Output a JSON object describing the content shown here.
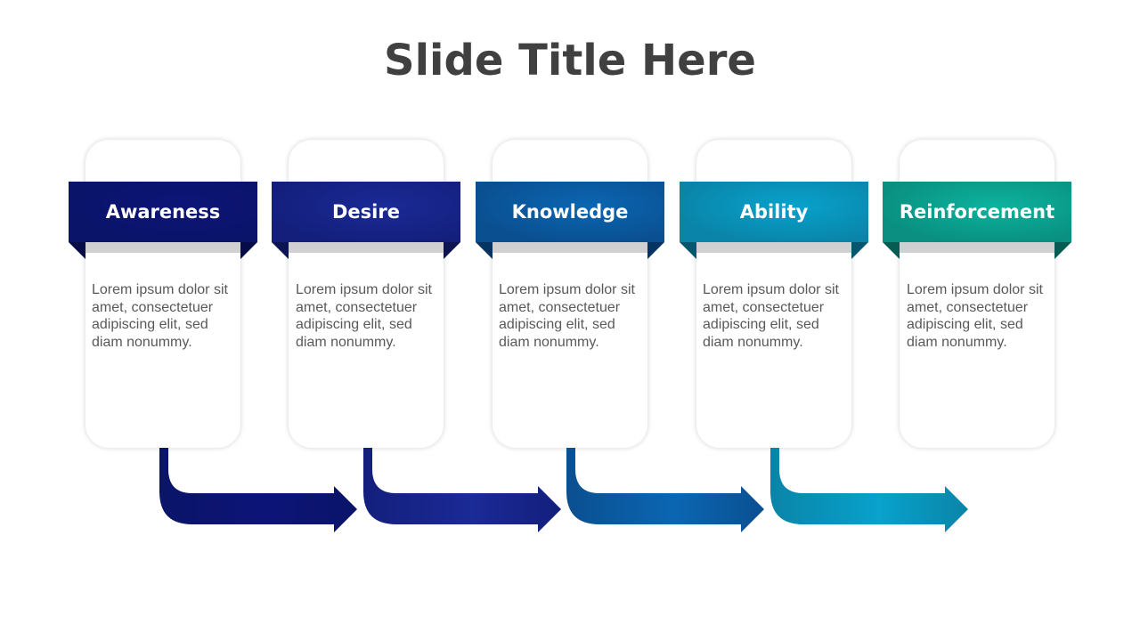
{
  "slide": {
    "title": "Slide Title Here"
  },
  "steps": [
    {
      "label": "Awareness",
      "text": "Lorem ipsum dolor sit amet, consectetuer adipiscing elit, sed diam nonummy.",
      "color": "#0a1468",
      "center": "#0d1478",
      "fold": "#060c48"
    },
    {
      "label": "Desire",
      "text": "Lorem ipsum dolor sit amet, consectetuer adipiscing elit, sed diam nonummy.",
      "color": "#141f7c",
      "center": "#1a2a96",
      "fold": "#0c1452"
    },
    {
      "label": "Knowledge",
      "text": "Lorem ipsum dolor sit amet, consectetuer adipiscing elit, sed diam nonummy.",
      "color": "#0a4f90",
      "center": "#0b66b2",
      "fold": "#063462"
    },
    {
      "label": "Ability",
      "text": "Lorem ipsum dolor sit amet, consectetuer adipiscing elit, sed diam nonummy.",
      "color": "#0a84a8",
      "center": "#08a2cc",
      "fold": "#05566e"
    },
    {
      "label": "Reinforcement",
      "text": "Lorem ipsum dolor sit amet, consectetuer adipiscing elit, sed diam nonummy.",
      "color": "#0a8f80",
      "center": "#0cb39e",
      "fold": "#065c52"
    }
  ]
}
